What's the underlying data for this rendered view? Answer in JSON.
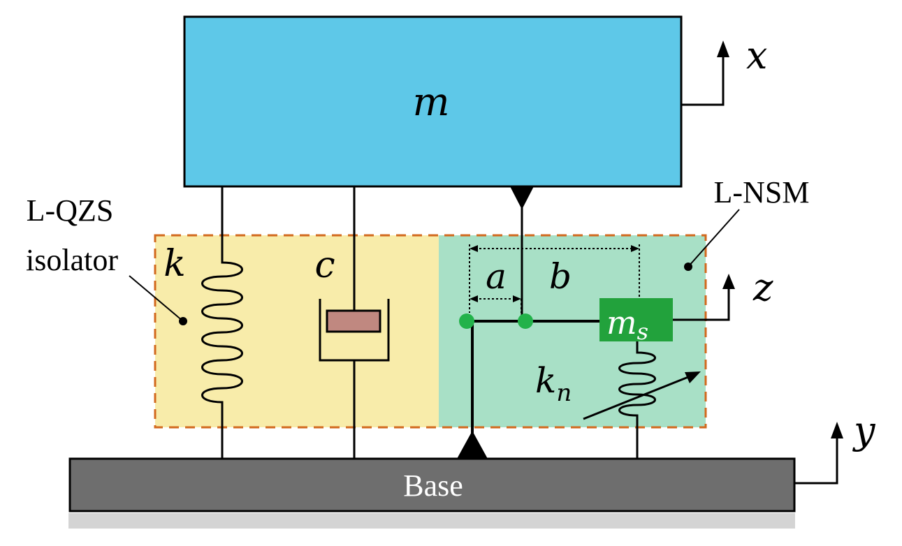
{
  "labels": {
    "mass": "m",
    "disp_x": "x",
    "disp_z": "z",
    "disp_y": "y",
    "isolator_line1": "L-QZS",
    "isolator_line2": "isolator",
    "nsm": "L-NSM",
    "stiffness_k": "k",
    "damping_c": "c",
    "dist_a": "a",
    "dist_b": "b",
    "ms_base": "m",
    "ms_sub": "s",
    "kn_base": "k",
    "kn_sub": "n",
    "base": "Base"
  },
  "colors": {
    "mass_fill": "#5ec8e8",
    "qzs_region": "#f8ecaa",
    "nsm_region": "#a8e0c6",
    "region_border": "#d2691e",
    "damper_piston": "#c08880",
    "ms_block": "#22a23c",
    "pivot": "#22b24a",
    "base_fill": "#6e6e6e",
    "base_shadow": "#d4d4d4",
    "base_text": "#ffffff"
  }
}
